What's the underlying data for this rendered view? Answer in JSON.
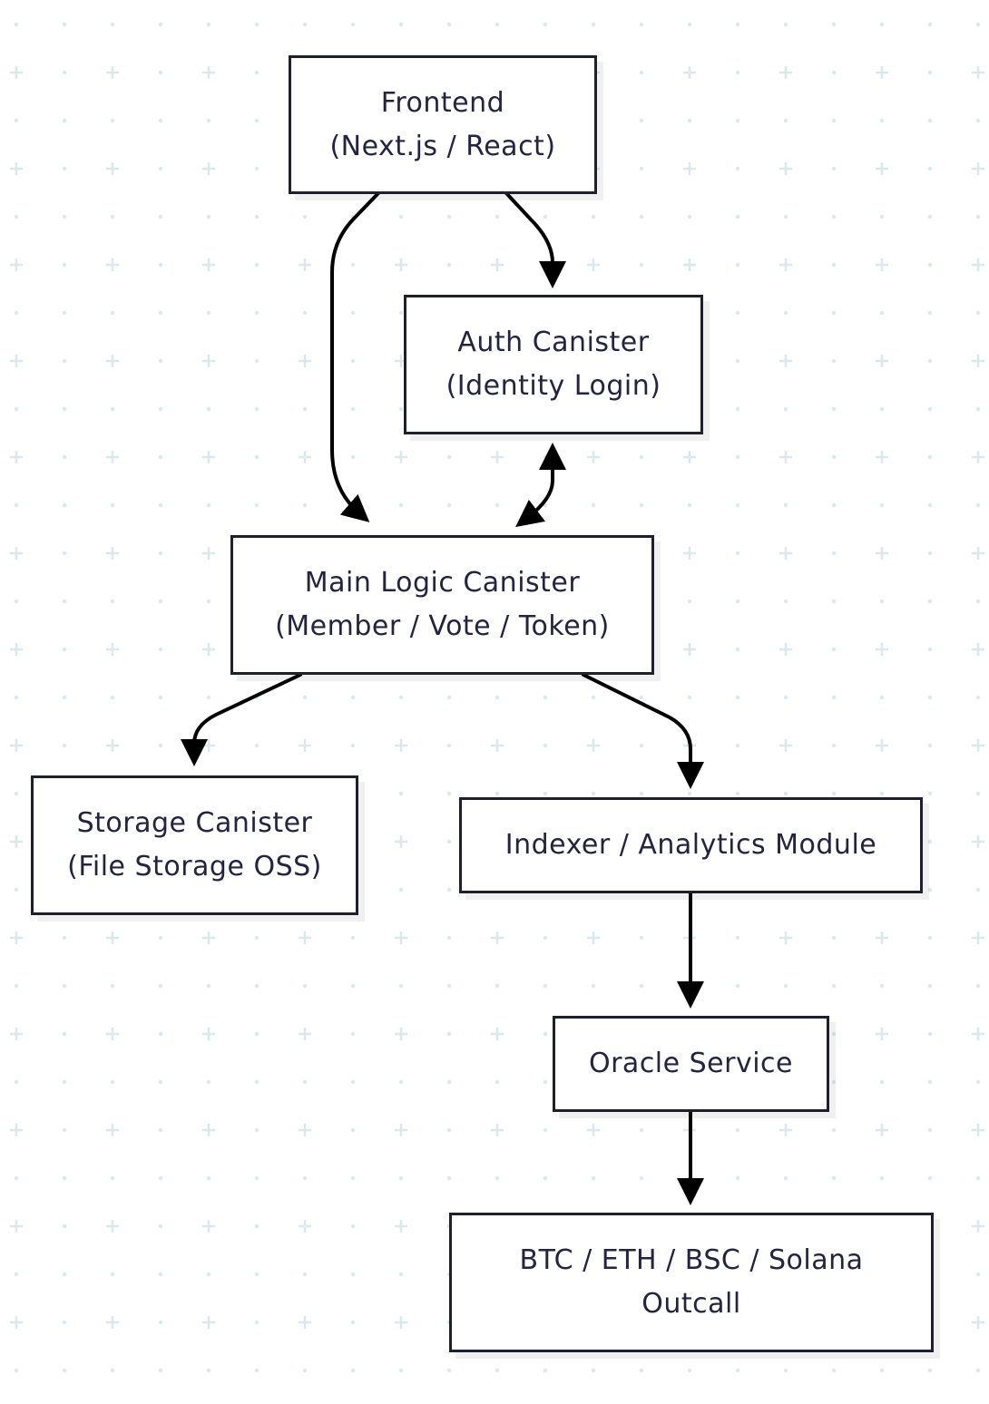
{
  "diagram": {
    "nodes": {
      "frontend": {
        "line1": "Frontend",
        "line2": "(Next.js / React)"
      },
      "auth": {
        "line1": "Auth Canister",
        "line2": "(Identity Login)"
      },
      "main_logic": {
        "line1": "Main Logic Canister",
        "line2": "(Member / Vote / Token)"
      },
      "storage": {
        "line1": "Storage Canister",
        "line2": "(File Storage OSS)"
      },
      "indexer": {
        "line1": "Indexer / Analytics Module"
      },
      "oracle": {
        "line1": "Oracle Service"
      },
      "chains": {
        "line1": "BTC / ETH / BSC / Solana",
        "line2": "Outcall"
      }
    },
    "edges": [
      {
        "from": "Frontend",
        "to": "Main Logic Canister",
        "direction": "forward"
      },
      {
        "from": "Frontend",
        "to": "Auth Canister",
        "direction": "forward"
      },
      {
        "from": "Auth Canister",
        "to": "Main Logic Canister",
        "direction": "both"
      },
      {
        "from": "Main Logic Canister",
        "to": "Storage Canister",
        "direction": "forward"
      },
      {
        "from": "Main Logic Canister",
        "to": "Indexer / Analytics Module",
        "direction": "forward"
      },
      {
        "from": "Indexer / Analytics Module",
        "to": "Oracle Service",
        "direction": "forward"
      },
      {
        "from": "Oracle Service",
        "to": "BTC / ETH / BSC / Solana Outcall",
        "direction": "forward"
      }
    ]
  },
  "colors": {
    "background": "#ffffff",
    "grid_marks": "#dbe9ee",
    "node_border": "#1f1f2e",
    "node_text": "#232342",
    "edge": "#000000"
  }
}
